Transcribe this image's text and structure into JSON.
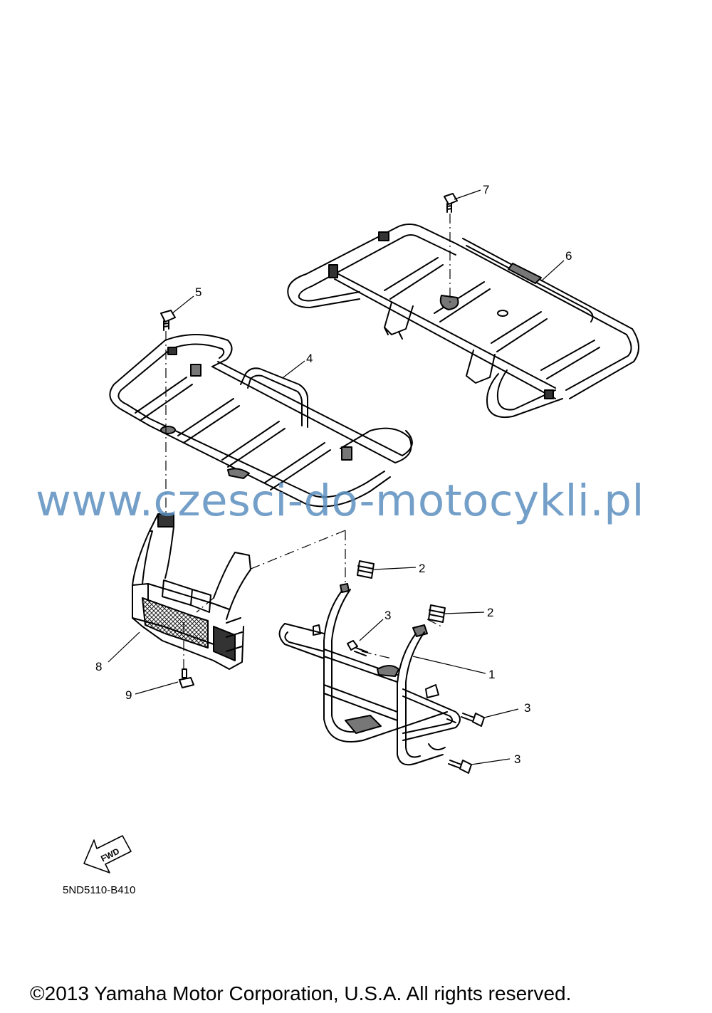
{
  "callouts": {
    "c1": "1",
    "c2a": "2",
    "c2b": "2",
    "c3a": "3",
    "c3b": "3",
    "c3c": "3",
    "c4": "4",
    "c5": "5",
    "c6": "6",
    "c7": "7",
    "c8": "8",
    "c9": "9"
  },
  "fwd_label": "FWD",
  "diagram_code": "5ND5110-B410",
  "watermark": "www.czesci-do-motocykli.pl",
  "copyright": "©2013 Yamaha Motor Corporation, U.S.A. All rights reserved."
}
